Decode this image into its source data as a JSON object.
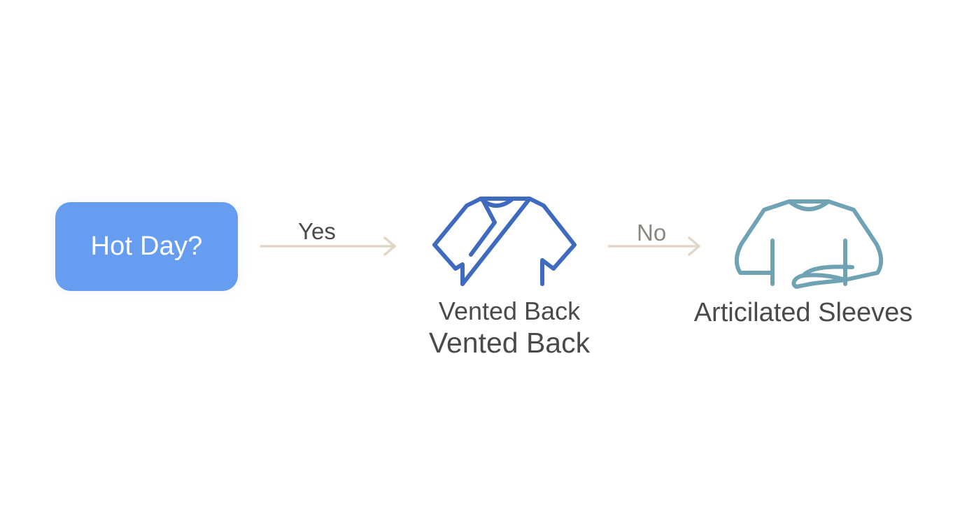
{
  "colors": {
    "decision_fill": "#669df0",
    "arrow": "#e2d6cb",
    "label_dark": "#4b4b4b",
    "label_light": "#8a8680",
    "vented_icon": "#3f6bbf",
    "articulated_icon": "#6fa3b4",
    "caption": "#4a4a4a"
  },
  "decision": {
    "label": "Hot Day?"
  },
  "edges": {
    "yes_label": "Yes",
    "no_label": "No"
  },
  "outcomes": {
    "vented": {
      "icon": "shirt-vented-back-icon",
      "line1": "Vented Back",
      "line2": "Vented Back"
    },
    "articulated": {
      "icon": "shirt-articulated-sleeves-icon",
      "line1": "Articilated Sleeves"
    }
  }
}
